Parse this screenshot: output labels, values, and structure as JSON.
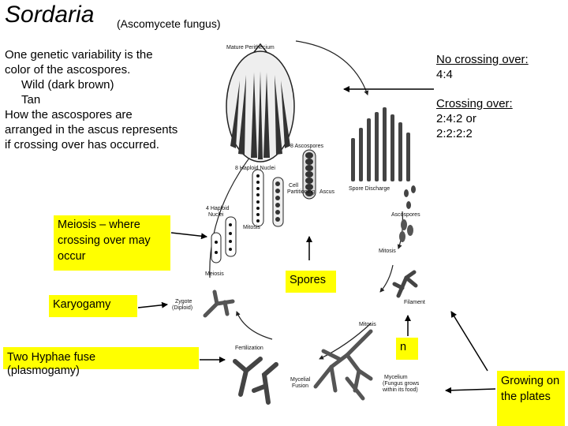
{
  "title": "Sordaria",
  "subtitle": "(Ascomycete fungus)",
  "intro": {
    "line1": "One genetic variability is the",
    "line2": "color of the ascospores.",
    "line3": "Wild (dark brown)",
    "line4": "Tan",
    "line5": "How the ascospores are",
    "line6": "arranged in the ascus represents",
    "line7": "if crossing over has occurred."
  },
  "no_crossing": {
    "title": "No crossing over:",
    "ratio": "4:4"
  },
  "crossing": {
    "title": "Crossing over:",
    "ratio1": "2:4:2  or",
    "ratio2": "2:2:2:2"
  },
  "boxes": {
    "meiosis": "Meiosis – where crossing over may occur",
    "spores": "Spores",
    "karyogamy": "Karyogamy",
    "hyphae_line1": "Two Hyphae fuse",
    "hyphae_line2": "(plasmogamy)",
    "n": "n",
    "plates": "Growing on the plates"
  },
  "diagram_labels": {
    "mature_perithecium": "Mature Perithecium",
    "ascospores_8": "8 Ascospores",
    "haploid_8": "8 Haploid Nuclei",
    "cell_partitioning_1": "Cell",
    "cell_partitioning_2": "Partitioning",
    "ascus": "Ascus",
    "spore_discharge": "Spore Discharge",
    "haploid_4_1": "4 Haploid",
    "haploid_4_2": "Nuclei",
    "mitosis_top": "Mitosis",
    "ascospores": "Ascospores",
    "mitosis_right": "Mitosis",
    "meiosis": "Meiosis",
    "zygote_1": "Zygote",
    "zygote_2": "(Diploid)",
    "filament": "Filament",
    "mitosis_bottom": "Mitosis",
    "fertilization": "Fertilization",
    "mycelial_1": "Mycelial",
    "mycelial_2": "Fusion",
    "mycelium_1": "Mycelium",
    "mycelium_2": "(Fungus grows",
    "mycelium_3": "within its food)"
  }
}
